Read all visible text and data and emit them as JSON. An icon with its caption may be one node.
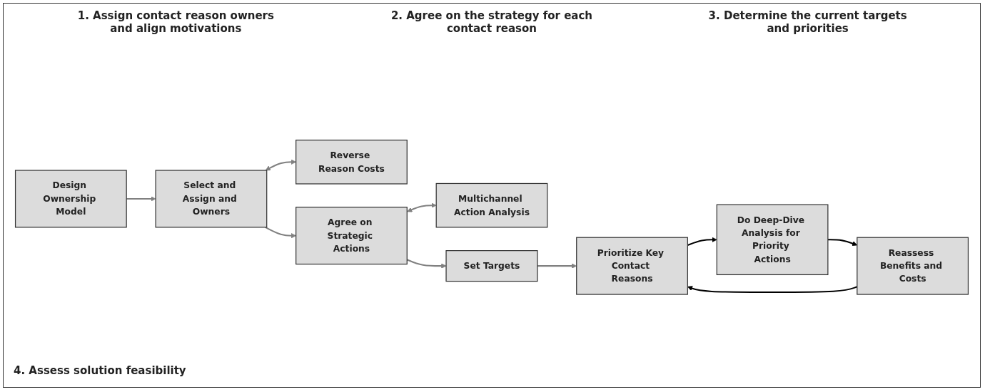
{
  "diagram": {
    "nodes": [
      {
        "text": [
          "Design Ownership Model"
        ]
      },
      {
        "text": [
          "Select and Assign and Owners"
        ]
      },
      {
        "text": [
          "Reverse Reason Costs"
        ]
      },
      {
        "text": [
          "Agree on Strategic Actions"
        ]
      },
      {
        "text": [
          "Multichannel Action Analysis"
        ]
      },
      {
        "text": [
          "Set Targets"
        ]
      },
      {
        "text": [
          "Prioritize Key Contact Reasons"
        ]
      },
      {
        "text": [
          "Do Deep-Dive Analysis for Priority Actions"
        ]
      },
      {
        "text": [
          "Reassess Benefits and Costs"
        ]
      }
    ],
    "edges": [
      {
        "from": 0,
        "to": 1,
        "arrow": "to"
      },
      {
        "from": 1,
        "to": 2,
        "arrow": "both"
      },
      {
        "from": 1,
        "to": 3,
        "arrow": "to"
      },
      {
        "from": 3,
        "to": 4,
        "arrow": "both"
      },
      {
        "from": 3,
        "to": 5,
        "arrow": "to"
      },
      {
        "from": 5,
        "to": 6,
        "arrow": "to"
      },
      {
        "from": 6,
        "to": 7,
        "arrow": "to",
        "color": "#000000"
      },
      {
        "from": 7,
        "to": 8,
        "arrow": "to",
        "color": "#000000"
      },
      {
        "from": 8,
        "to": 6,
        "arrow": "to",
        "color": "#000000"
      }
    ],
    "labels": [
      "1. Assign contact reason owners and align motivations",
      "2. Agree on the strategy for each contact reason",
      "3. Determine the current targets and priorities",
      "4. Assess solution feasibility"
    ]
  }
}
